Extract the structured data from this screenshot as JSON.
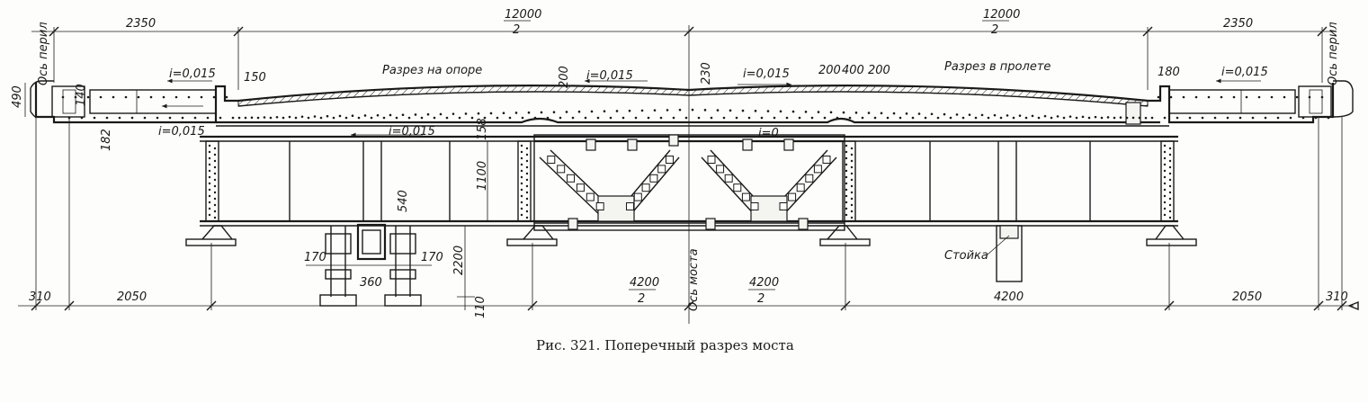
{
  "caption": "Рис. 321. Поперечный разрез моста",
  "labels": {
    "left_section": "Разрез на опоре",
    "right_section": "Разрез в пролете",
    "bridge_axis": "Ось моста",
    "railing_axis_left": "Ось перил",
    "railing_axis_right": "Ось перил",
    "post": "Стойка"
  },
  "dimensions": {
    "top_left_2350": "2350",
    "top_left_12000": "12000",
    "top_left_div": "2",
    "top_right_12000": "12000",
    "top_right_div": "2",
    "top_right_2350": "2350",
    "d490": "490",
    "d140": "140",
    "d182": "182",
    "d150": "150",
    "d200a": "200",
    "d230": "230",
    "d200b": "200",
    "d400": "400",
    "d200c": "200",
    "d180": "180",
    "d158": "158",
    "d1100": "1100",
    "d540": "540",
    "d2200": "2200",
    "d110": "110",
    "d170l": "170",
    "d360": "360",
    "d170r": "170",
    "bot_310l": "310",
    "bot_2050l": "2050",
    "bot_4200a": "4200",
    "bot_4200a_div": "2",
    "bot_4200b": "4200",
    "bot_4200b_div": "2",
    "bot_4200c": "4200",
    "bot_2050r": "2050",
    "bot_310r": "310"
  },
  "slopes": {
    "s1": "i=0,015",
    "s2": "i=0,015",
    "s3": "i=0,015",
    "s4": "i=0,015",
    "s5": "i=0,015",
    "s6": "i=0",
    "s7": "i=0,015"
  }
}
